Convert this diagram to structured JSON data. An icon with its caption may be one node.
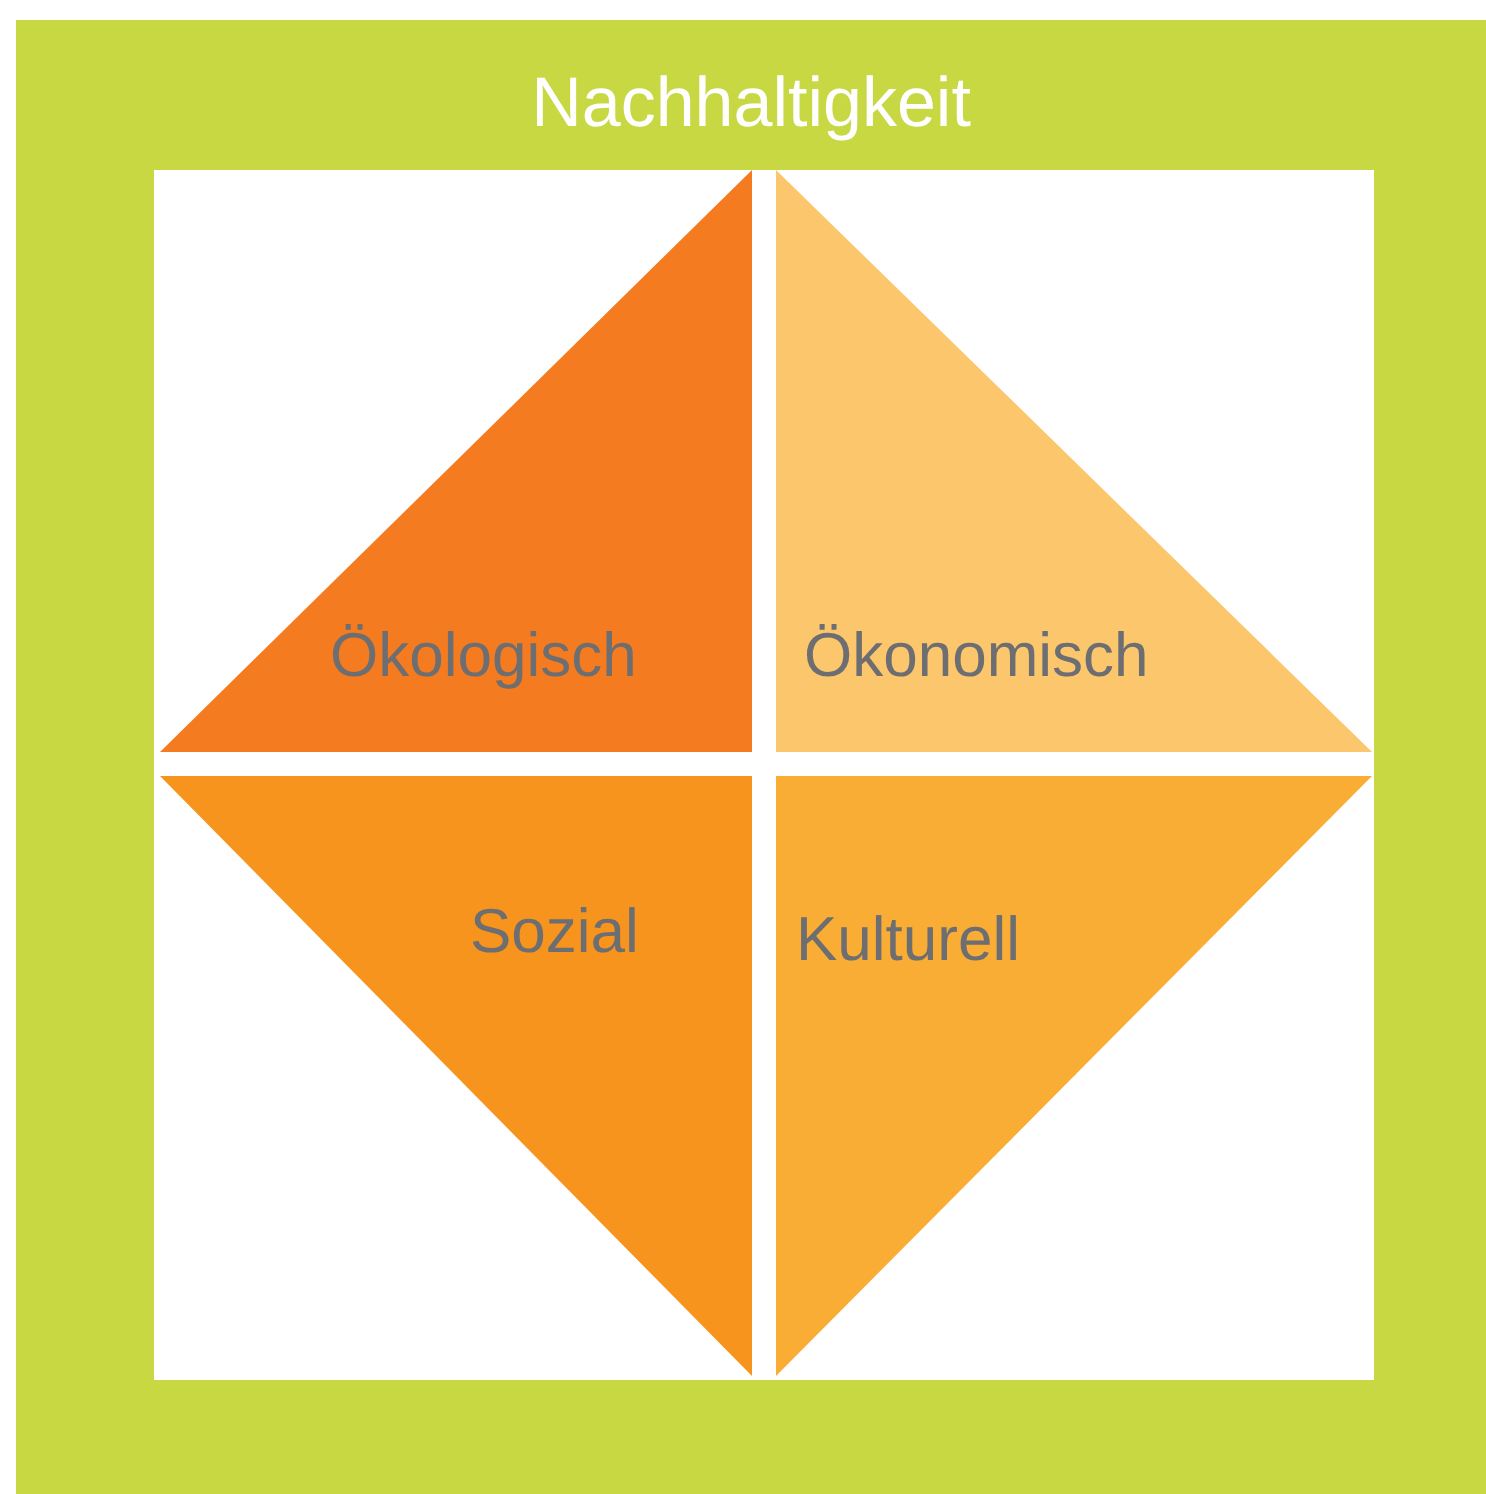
{
  "diagram": {
    "nodes": [
      {
        "text": [
          "Nachhaltigkeit"
        ]
      },
      {
        "text": [
          "Ökologisch"
        ],
        "in": 0
      },
      {
        "text": [
          "Ökonomisch"
        ],
        "in": 0
      },
      {
        "text": [
          "Sozial"
        ],
        "in": 0
      },
      {
        "text": [
          "Kulturell"
        ],
        "in": 0
      }
    ]
  }
}
